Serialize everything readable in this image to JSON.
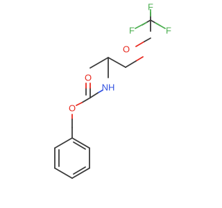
{
  "molecule": {
    "atoms": {
      "F1": {
        "symbol": "F",
        "color": "#4caf50"
      },
      "F2": {
        "symbol": "F",
        "color": "#4caf50"
      },
      "F3": {
        "symbol": "F",
        "color": "#4caf50"
      },
      "O_ether": {
        "symbol": "O",
        "color": "#e8281e"
      },
      "O_carbonyl": {
        "symbol": "O",
        "color": "#e8281e"
      },
      "O_ester": {
        "symbol": "O",
        "color": "#e8281e"
      },
      "N_amide": {
        "symbol": "NH",
        "color": "#3050e0"
      }
    },
    "bond_color": "#3a3a3a"
  }
}
